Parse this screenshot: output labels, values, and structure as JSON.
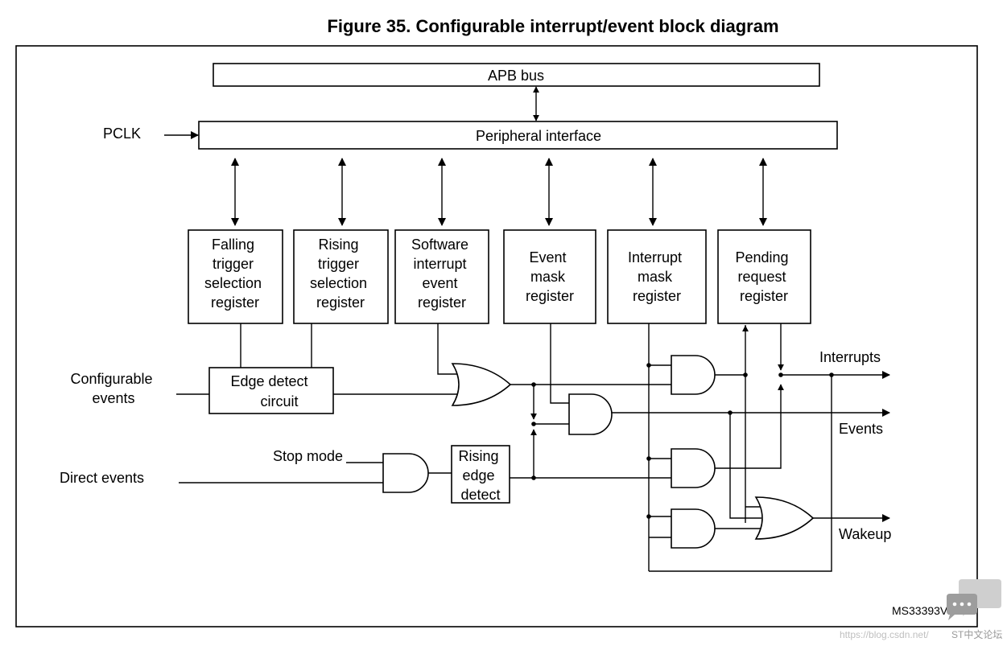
{
  "title": "Figure 35. Configurable interrupt/event block diagram",
  "blocks": {
    "apb_bus": "APB bus",
    "peripheral_interface": "Peripheral interface",
    "falling_trigger": [
      "Falling",
      "trigger",
      "selection",
      "register"
    ],
    "rising_trigger": [
      "Rising",
      "trigger",
      "selection",
      "register"
    ],
    "software_interrupt": [
      "Software",
      "interrupt",
      "event",
      "register"
    ],
    "event_mask": [
      "Event",
      "mask",
      "register"
    ],
    "interrupt_mask": [
      "Interrupt",
      "mask",
      "register"
    ],
    "pending_request": [
      "Pending",
      "request",
      "register"
    ],
    "edge_detect": [
      "Edge detect",
      "circuit"
    ],
    "rising_edge_detect": [
      "Rising",
      "edge",
      "detect"
    ]
  },
  "signals": {
    "pclk": "PCLK",
    "configurable_events": [
      "Configurable",
      "events"
    ],
    "stop_mode": "Stop mode",
    "direct_events": "Direct events"
  },
  "outputs": {
    "interrupts": "Interrupts",
    "events": "Events",
    "wakeup": "Wakeup"
  },
  "figure_id": "MS33393V1",
  "watermark": {
    "url": "https://blog.csdn.net/",
    "forum": "ST中文论坛"
  }
}
